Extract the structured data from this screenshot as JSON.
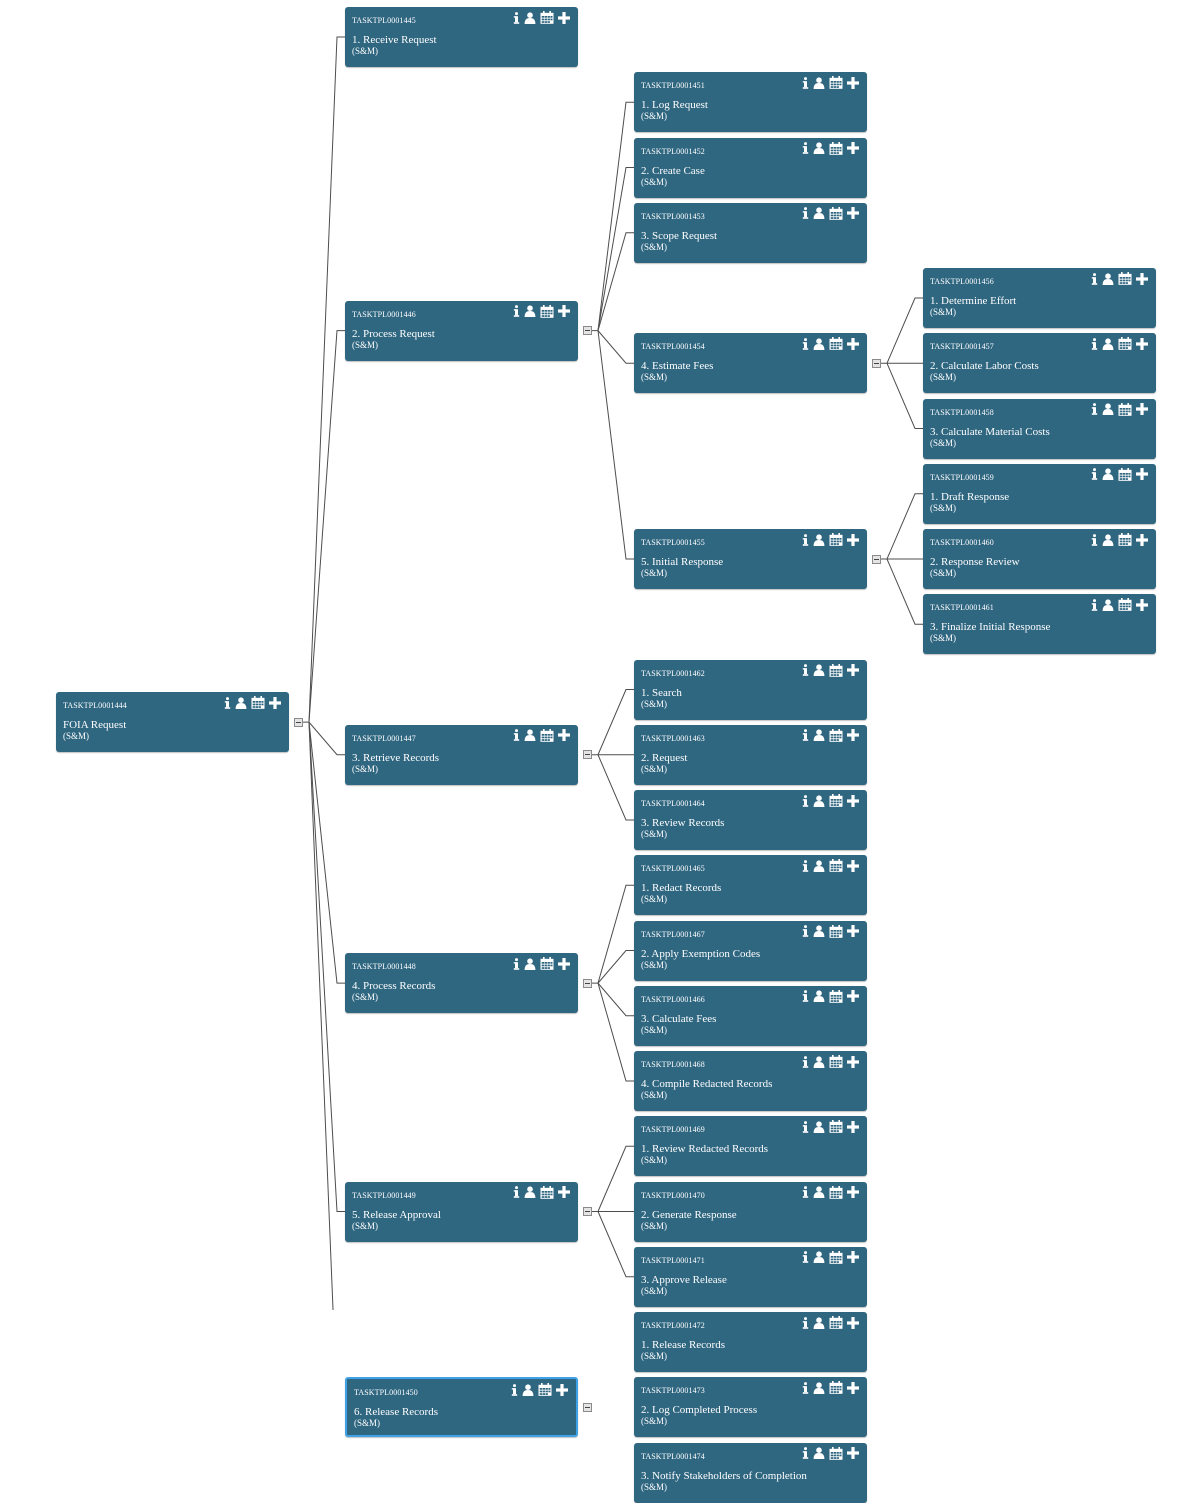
{
  "icons": {
    "info": "info-icon",
    "user": "user-icon",
    "calendar": "calendar-icon",
    "add": "plus-icon"
  },
  "colors": {
    "node_fill": "#2f6680",
    "node_text": "#ffffff",
    "selected_border": "#3fa2e8",
    "link": "#4d4d4d",
    "page_bg": "#ffffff"
  },
  "root": {
    "id": "TASKTPL0001444",
    "label": "FOIA Request",
    "sub": "(S&M)",
    "children": [
      {
        "id": "TASKTPL0001445",
        "label": "1. Receive Request",
        "sub": "(S&M)",
        "children": []
      },
      {
        "id": "TASKTPL0001446",
        "label": "2. Process Request",
        "sub": "(S&M)",
        "children": [
          {
            "id": "TASKTPL0001451",
            "label": "1. Log Request",
            "sub": "(S&M)",
            "children": []
          },
          {
            "id": "TASKTPL0001452",
            "label": "2. Create Case",
            "sub": "(S&M)",
            "children": []
          },
          {
            "id": "TASKTPL0001453",
            "label": "3. Scope Request",
            "sub": "(S&M)",
            "children": []
          },
          {
            "id": "TASKTPL0001454",
            "label": "4. Estimate Fees",
            "sub": "(S&M)",
            "children": [
              {
                "id": "TASKTPL0001456",
                "label": "1. Determine Effort",
                "sub": "(S&M)",
                "children": []
              },
              {
                "id": "TASKTPL0001457",
                "label": "2. Calculate Labor Costs",
                "sub": "(S&M)",
                "children": []
              },
              {
                "id": "TASKTPL0001458",
                "label": "3. Calculate Material Costs",
                "sub": "(S&M)",
                "children": []
              }
            ]
          },
          {
            "id": "TASKTPL0001455",
            "label": "5. Initial Response",
            "sub": "(S&M)",
            "children": [
              {
                "id": "TASKTPL0001459",
                "label": "1. Draft Response",
                "sub": "(S&M)",
                "children": []
              },
              {
                "id": "TASKTPL0001460",
                "label": "2. Response Review",
                "sub": "(S&M)",
                "children": []
              },
              {
                "id": "TASKTPL0001461",
                "label": "3. Finalize Initial Response",
                "sub": "(S&M)",
                "children": []
              }
            ]
          }
        ]
      },
      {
        "id": "TASKTPL0001447",
        "label": "3. Retrieve Records",
        "sub": "(S&M)",
        "children": [
          {
            "id": "TASKTPL0001462",
            "label": "1. Search",
            "sub": "(S&M)",
            "children": []
          },
          {
            "id": "TASKTPL0001463",
            "label": "2. Request",
            "sub": "(S&M)",
            "children": []
          },
          {
            "id": "TASKTPL0001464",
            "label": "3. Review Records",
            "sub": "(S&M)",
            "children": []
          }
        ]
      },
      {
        "id": "TASKTPL0001448",
        "label": "4. Process Records",
        "sub": "(S&M)",
        "children": [
          {
            "id": "TASKTPL0001465",
            "label": "1. Redact Records",
            "sub": "(S&M)",
            "children": []
          },
          {
            "id": "TASKTPL0001467",
            "label": "2. Apply Exemption Codes",
            "sub": "(S&M)",
            "children": []
          },
          {
            "id": "TASKTPL0001466",
            "label": "3. Calculate Fees",
            "sub": "(S&M)",
            "children": []
          },
          {
            "id": "TASKTPL0001468",
            "label": "4. Compile Redacted Records",
            "sub": "(S&M)",
            "children": []
          }
        ]
      },
      {
        "id": "TASKTPL0001449",
        "label": "5. Release Approval",
        "sub": "(S&M)",
        "children": [
          {
            "id": "TASKTPL0001469",
            "label": "1. Review Redacted Records",
            "sub": "(S&M)",
            "children": []
          },
          {
            "id": "TASKTPL0001470",
            "label": "2. Generate Response",
            "sub": "(S&M)",
            "children": []
          },
          {
            "id": "TASKTPL0001471",
            "label": "3. Approve Release",
            "sub": "(S&M)",
            "children": []
          }
        ]
      },
      {
        "id": "TASKTPL0001450",
        "label": "6. Release Records",
        "sub": "(S&M)",
        "selected": true,
        "children": [
          {
            "id": "TASKTPL0001472",
            "label": "1. Release Records",
            "sub": "(S&M)",
            "children": []
          },
          {
            "id": "TASKTPL0001473",
            "label": "2. Log Completed Process",
            "sub": "(S&M)",
            "children": []
          },
          {
            "id": "TASKTPL0001474",
            "label": "3. Notify Stakeholders of Completion",
            "sub": "(S&M)",
            "children": []
          }
        ]
      }
    ]
  }
}
